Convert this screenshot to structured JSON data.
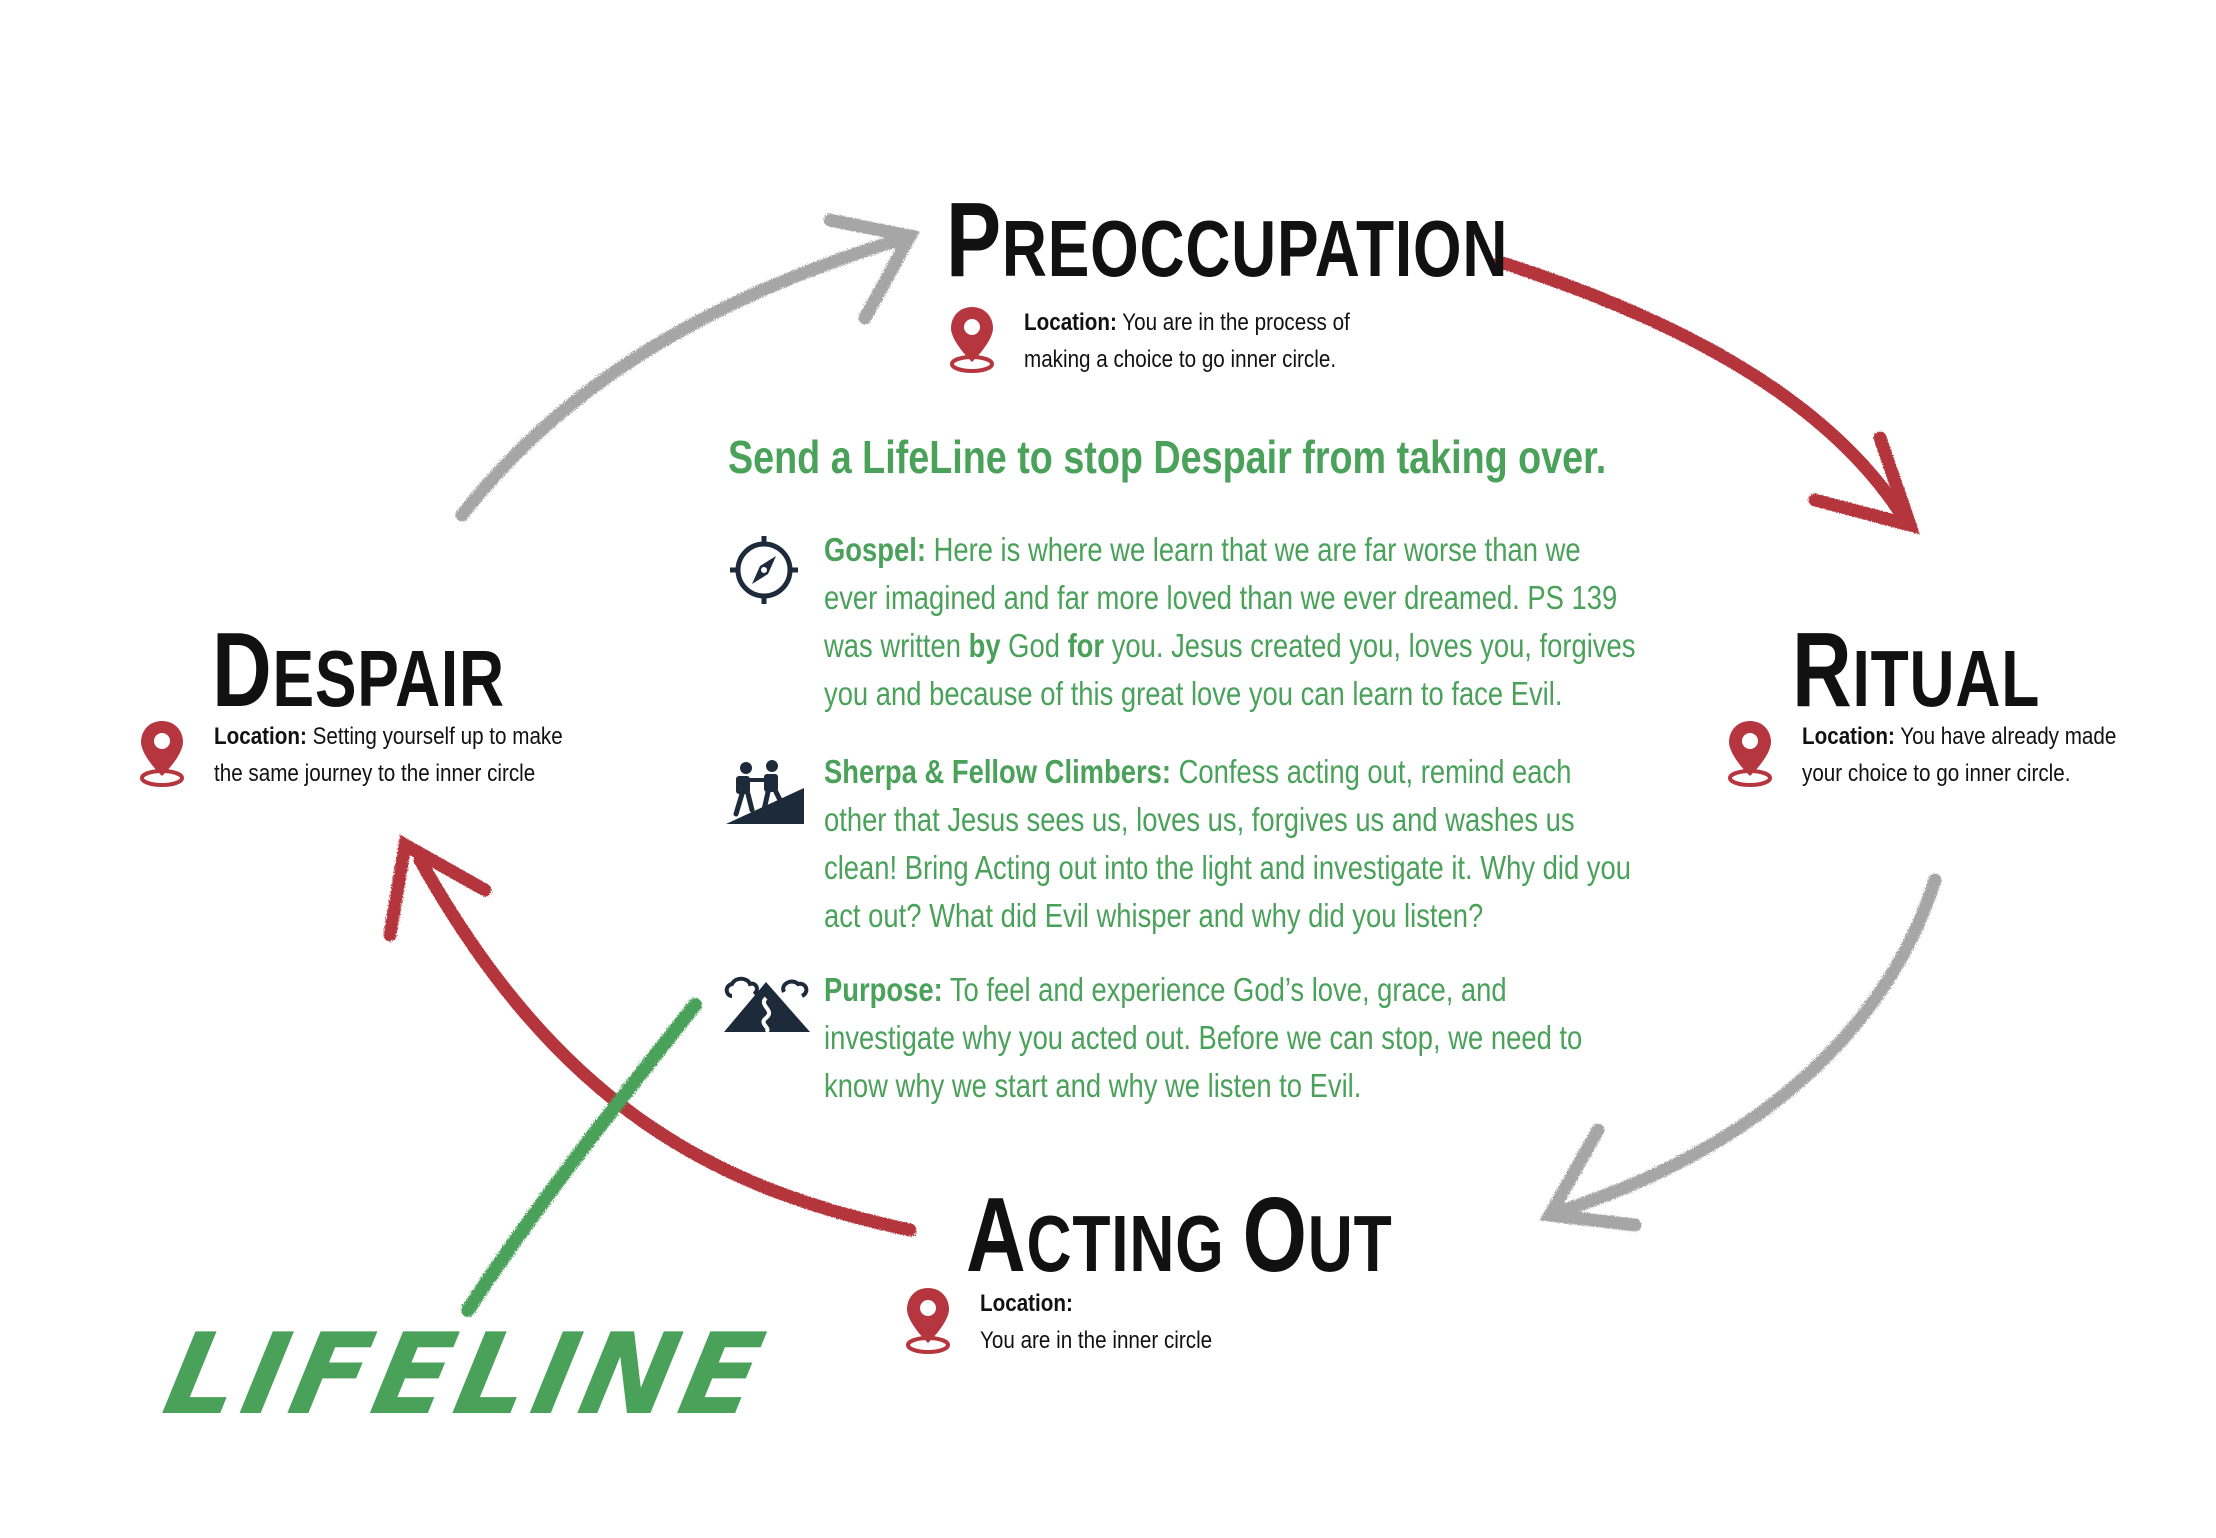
{
  "stages": {
    "preoccupation": {
      "title_first": "P",
      "title_rest": "reoccupation",
      "location_label": "Location:",
      "location_line1": "You are in the process of",
      "location_line2": "making a choice to go inner circle."
    },
    "ritual": {
      "title_first": "R",
      "title_rest": "itual",
      "location_label": "Location:",
      "location_line1": "You have already made",
      "location_line2": "your choice to go inner circle."
    },
    "acting_out": {
      "title_first": "A",
      "title_rest": "cting ",
      "title_first2": "O",
      "title_rest2": "ut",
      "location_label": "Location:",
      "location_line2": "You are in the inner circle"
    },
    "despair": {
      "title_first": "D",
      "title_rest": "espair",
      "location_label": "Location:",
      "location_line1": "Setting yourself up to make",
      "location_line2": "the same journey to the inner circle"
    }
  },
  "center": {
    "headline": "Send a LifeLine to stop Despair from taking over.",
    "points": [
      {
        "icon": "compass-icon",
        "term": "Gospel:",
        "text_a": " Here is where we learn that we are far worse than we ever imagined and far more loved than we ever dreamed. PS 139 was written ",
        "bold_by": "by",
        "text_b": " God ",
        "bold_for": "for",
        "text_c": " you. Jesus created you, loves you, forgives you and because of this great love you can learn to face Evil."
      },
      {
        "icon": "climbers-icon",
        "term": "Sherpa & Fellow Climbers:",
        "text": " Confess acting out, remind each other that Jesus sees us, loves us, forgives us and washes us clean! Bring Acting out into the light and investigate it. Why did you act out? What did Evil whisper and why did you listen?"
      },
      {
        "icon": "mountain-path-icon",
        "term": "Purpose:",
        "text": " To feel and experience God’s love, grace, and investigate why you acted out. Before we can stop, we need to know why we start and why we listen to Evil."
      }
    ]
  },
  "lifeline": "LIFELINE",
  "colors": {
    "green": "#4aa15a",
    "red": "#b5363e",
    "gray": "#a6a6a6",
    "title": "#111111"
  }
}
